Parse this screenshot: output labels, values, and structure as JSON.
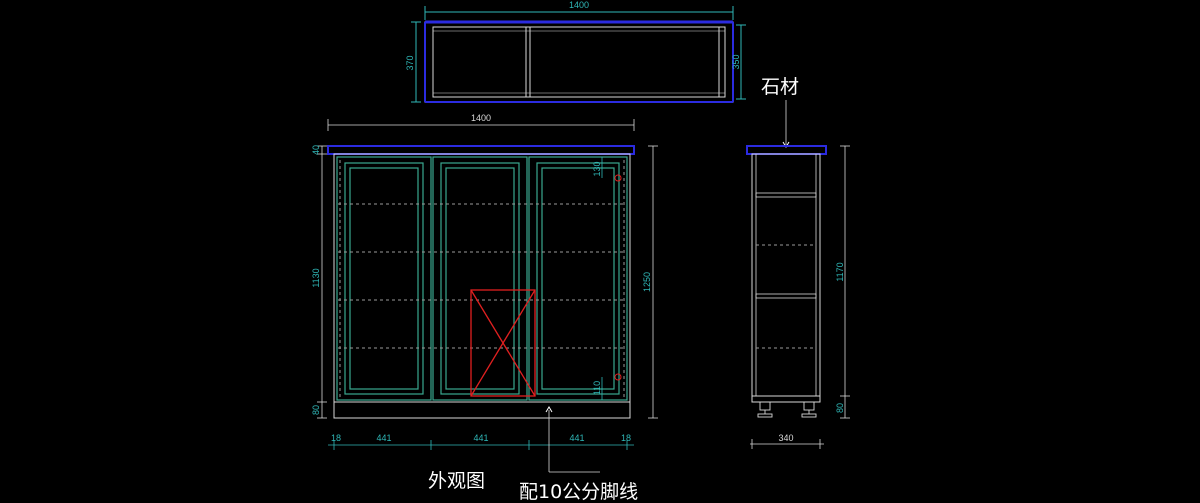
{
  "colors": {
    "background": "#000000",
    "line": "#d8d8d8",
    "dimension": "#2fb7b7",
    "stone_top": "#2b2be0",
    "door_frame": "#3aa88f",
    "marker": "#e02020",
    "label": "#ffffff"
  },
  "top_view": {
    "dim_width": "1400",
    "dim_depth_left": "370",
    "dim_depth_right": "350"
  },
  "front_view": {
    "dim_width": "1400",
    "dim_top": "40",
    "dim_body_height": "1130",
    "dim_total_height": "1250",
    "dim_plinth": "80",
    "dim_hinge_top": "130",
    "dim_hinge_bottom": "110",
    "bottom_dims": [
      "18",
      "441",
      "441",
      "441",
      "18"
    ],
    "title": "外观图",
    "plinth_note": "配10公分脚线"
  },
  "side_view": {
    "material_label": "石材",
    "dim_height": "1170",
    "dim_foot": "80",
    "dim_depth": "340"
  }
}
